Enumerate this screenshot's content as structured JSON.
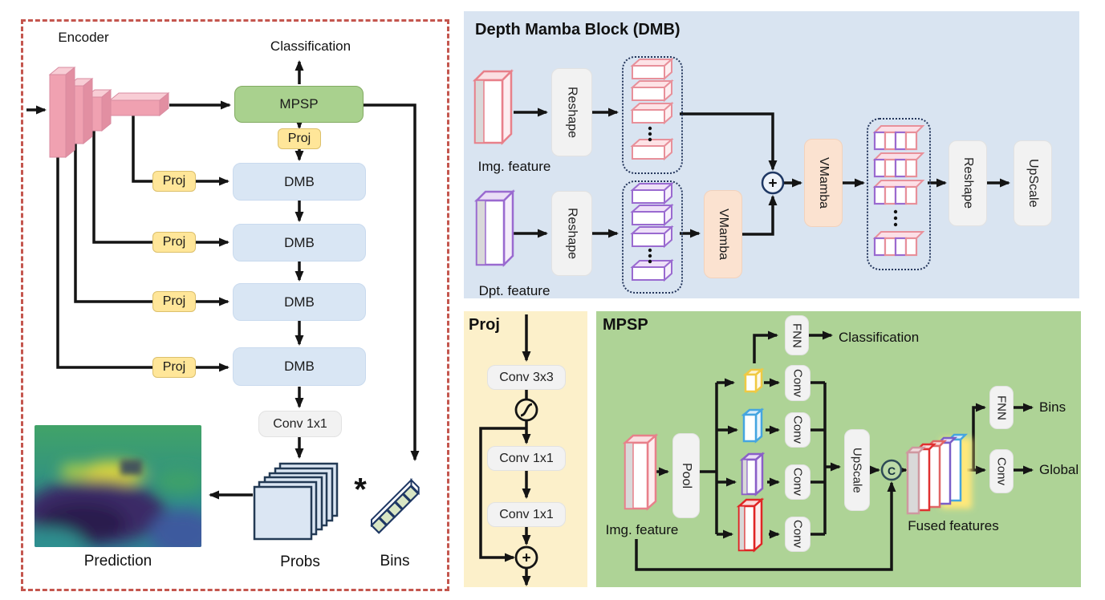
{
  "left": {
    "encoder_label": "Encoder",
    "classification_label": "Classification",
    "mpsp_label": "MPSP",
    "proj_label": "Proj",
    "dmb_label": "DMB",
    "conv1x1_label": "Conv 1x1",
    "probs_label": "Probs",
    "bins_label": "Bins",
    "prediction_label": "Prediction",
    "asterisk": "*"
  },
  "dmb_panel": {
    "title": "Depth Mamba Block (DMB)",
    "img_feature_label": "Img. feature",
    "dpt_feature_label": "Dpt. feature",
    "reshape_label": "Reshape",
    "vmamba_label": "VMamba",
    "upscale_label": "UpScale",
    "plus_label": "+"
  },
  "proj_panel": {
    "title": "Proj",
    "conv3x3_label": "Conv 3x3",
    "conv1x1_label": "Conv 1x1",
    "plus_label": "+"
  },
  "mpsp_panel": {
    "title": "MPSP",
    "img_feature_label": "Img. feature",
    "pool_label": "Pool",
    "fnn_label": "FNN",
    "conv_label": "Conv",
    "classification_label": "Classification",
    "upscale_label": "UpScale",
    "concat_label": "C",
    "bins_label": "Bins",
    "global_label": "Global",
    "fused_label": "Fused features"
  },
  "colors": {
    "dashed_border": "#c4564e",
    "dmb_panel_bg": "#d9e4f1",
    "proj_panel_bg": "#fcf0ca",
    "mpsp_panel_bg": "#aed396",
    "mpsp_box": "#a9d18e",
    "dmb_box": "#d9e6f4",
    "proj_box": "#ffe699",
    "gray_box": "#f2f2f2",
    "vmamba_box": "#fbe2d0",
    "encoder_pink": "#f0a1b1",
    "img_feature_outline": "#e8808a",
    "dpt_feature_outline": "#9a6ad0",
    "scale_yellow": "#f0c943",
    "scale_blue": "#45a5e0",
    "scale_purple": "#8a5fc8",
    "scale_red": "#e02525",
    "navy": "#1f3864",
    "line": "#141414"
  }
}
